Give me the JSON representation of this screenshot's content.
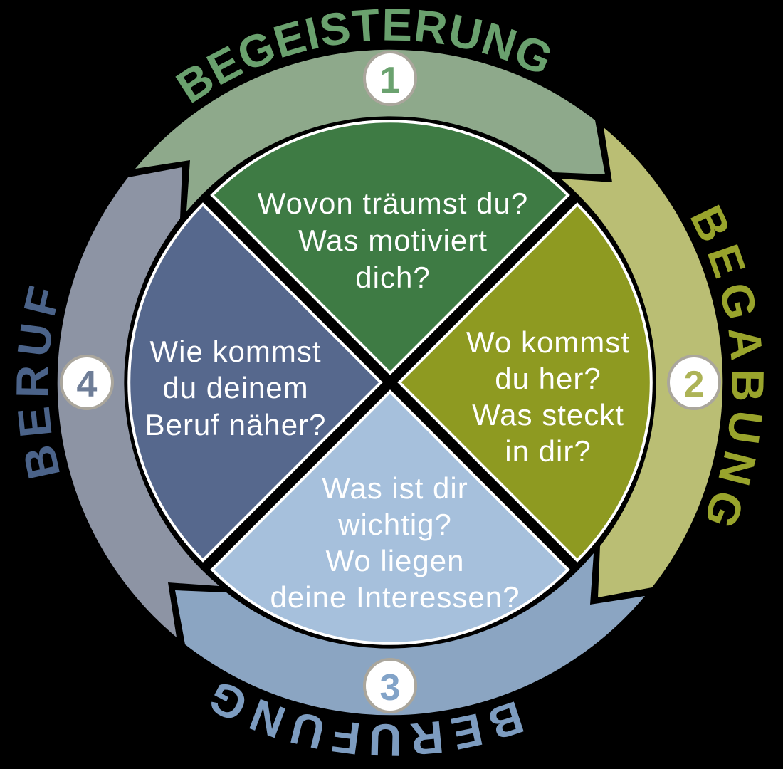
{
  "background_color": "#000000",
  "wedge_border_color": "#ffffff",
  "question_text_color": "#ffffff",
  "badge": {
    "fill": "#ffffff",
    "border_color": "#aaa69c"
  },
  "quadrants": [
    {
      "step": "1",
      "title": "BEGEISTERUNG",
      "lines": [
        "Wovon träumst du?",
        "Was motiviert",
        "dich?"
      ],
      "wedge_color": "#3e7b44",
      "band_color": "#8ea98b",
      "title_color": "#6aa16e",
      "number_color": "#6ba26f"
    },
    {
      "step": "2",
      "title": "BEGABUNG",
      "lines": [
        "Wo kommst",
        "du her?",
        "Was steckt",
        "in dir?"
      ],
      "wedge_color": "#8e9a21",
      "band_color": "#babe74",
      "title_color": "#99a42c",
      "number_color": "#adb356"
    },
    {
      "step": "3",
      "title": "BERUFUNG",
      "lines": [
        "Was ist dir",
        "wichtig?",
        "Wo liegen",
        "deine Interessen?"
      ],
      "wedge_color": "#a6c0dc",
      "band_color": "#8ba5c2",
      "title_color": "#7d9cc0",
      "number_color": "#82a3c8"
    },
    {
      "step": "4",
      "title": "BERUF",
      "lines": [
        "Wie kommst",
        "du deinem",
        "Beruf näher?"
      ],
      "wedge_color": "#56688d",
      "band_color": "#8d94a4",
      "title_color": "#4b6389",
      "number_color": "#6e7d97"
    }
  ]
}
